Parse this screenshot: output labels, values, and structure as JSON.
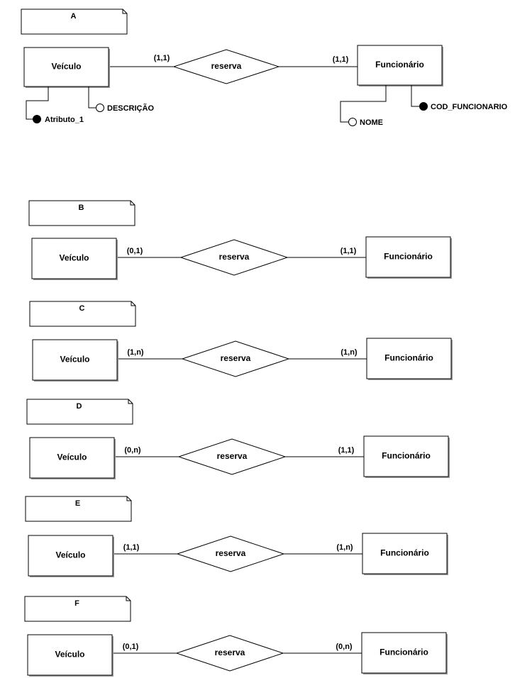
{
  "diagrams": [
    {
      "id": "A",
      "note_label": "A",
      "entity_left": "Veículo",
      "relationship": "reserva",
      "entity_right": "Funcionário",
      "card_left": "(1,1)",
      "card_right": "(1,1)",
      "attributes_left": [
        {
          "name": "Atributo_1",
          "identifier": true
        },
        {
          "name": "DESCRIÇÃO",
          "identifier": false
        }
      ],
      "attributes_right": [
        {
          "name": "NOME",
          "identifier": false
        },
        {
          "name": "COD_FUNCIONARIO",
          "identifier": true
        }
      ]
    },
    {
      "id": "B",
      "note_label": "B",
      "entity_left": "Veículo",
      "relationship": "reserva",
      "entity_right": "Funcionário",
      "card_left": "(0,1)",
      "card_right": "(1,1)"
    },
    {
      "id": "C",
      "note_label": "C",
      "entity_left": "Veículo",
      "relationship": "reserva",
      "entity_right": "Funcionário",
      "card_left": "(1,n)",
      "card_right": "(1,n)"
    },
    {
      "id": "D",
      "note_label": "D",
      "entity_left": "Veículo",
      "relationship": "reserva",
      "entity_right": "Funcionário",
      "card_left": "(0,n)",
      "card_right": "(1,1)"
    },
    {
      "id": "E",
      "note_label": "E",
      "entity_left": "Veículo",
      "relationship": "reserva",
      "entity_right": "Funcionário",
      "card_left": "(1,1)",
      "card_right": "(1,n)"
    },
    {
      "id": "F",
      "note_label": "F",
      "entity_left": "Veículo",
      "relationship": "reserva",
      "entity_right": "Funcionário",
      "card_left": "(0,1)",
      "card_right": "(0,n)"
    }
  ]
}
